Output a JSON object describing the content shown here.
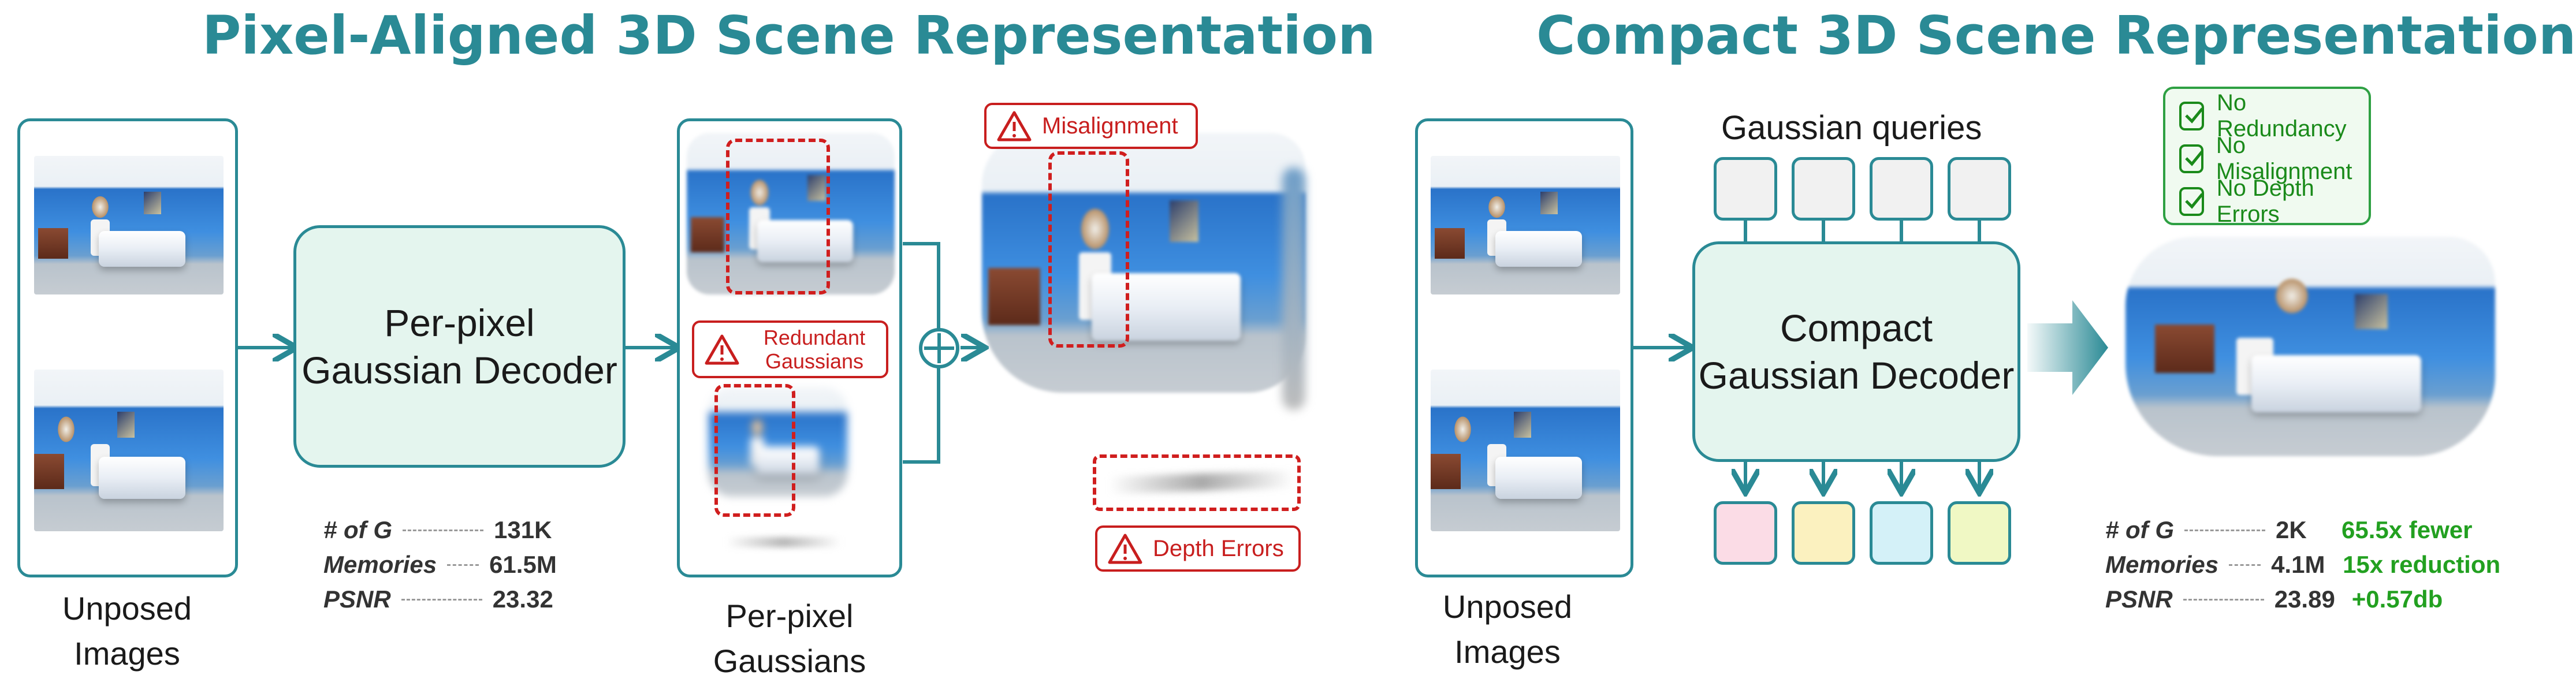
{
  "left_panel": {
    "title": "Pixel-Aligned 3D Scene Representation",
    "input_caption": [
      "Unposed",
      "Images"
    ],
    "decoder_label": [
      "Per-pixel",
      "Gaussian Decoder"
    ],
    "output_caption": [
      "Per-pixel",
      "Gaussians"
    ],
    "warnings": {
      "redundant": [
        "Redundant",
        "Gaussians"
      ],
      "misalignment": "Misalignment",
      "depth": "Depth Errors"
    },
    "metrics": [
      {
        "label": "# of G",
        "value": "131K"
      },
      {
        "label": "Memories",
        "value": "61.5M"
      },
      {
        "label": "PSNR",
        "value": "23.32"
      }
    ]
  },
  "right_panel": {
    "title": "Compact 3D Scene Representation",
    "input_caption": [
      "Unposed",
      "Images"
    ],
    "queries_label": "Gaussian queries",
    "decoder_label": [
      "Compact",
      "Gaussian Decoder"
    ],
    "checks": [
      "No Redundancy",
      "No Misalignment",
      "No Depth Errors"
    ],
    "metrics": [
      {
        "label": "# of G",
        "value": "2K",
        "gain": "65.5x fewer"
      },
      {
        "label": "Memories",
        "value": "4.1M",
        "gain": "15x reduction"
      },
      {
        "label": "PSNR",
        "value": "23.89",
        "gain": "+0.57db"
      }
    ]
  },
  "colors": {
    "accent": "#2a8a95",
    "decoder_fill": "#e4f5ee",
    "warning": "#c81e1e",
    "success": "#22a020",
    "output_tokens": [
      "#fbdce6",
      "#fbf1bf",
      "#d4f1f8",
      "#f0f8c4"
    ]
  },
  "icons": [
    "warning-icon",
    "check-icon",
    "plus-circle-icon",
    "arrow-icon"
  ]
}
